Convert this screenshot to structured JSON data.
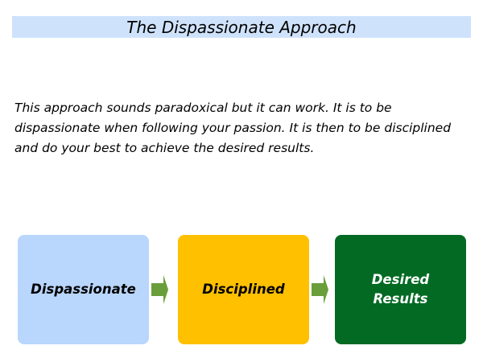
{
  "title": "The Dispassionate Approach",
  "body_text": "This approach sounds paradoxical but it can work. It is to be dispassionate when following your passion. It is then to be disciplined and do your best to achieve the desired results.",
  "flow": {
    "steps": [
      "Dispassionate",
      "Disciplined",
      "Desired Results"
    ],
    "colors": [
      "#b9d6fc",
      "#ffc000",
      "#026a23"
    ],
    "arrow_color": "#6a9e3a"
  }
}
